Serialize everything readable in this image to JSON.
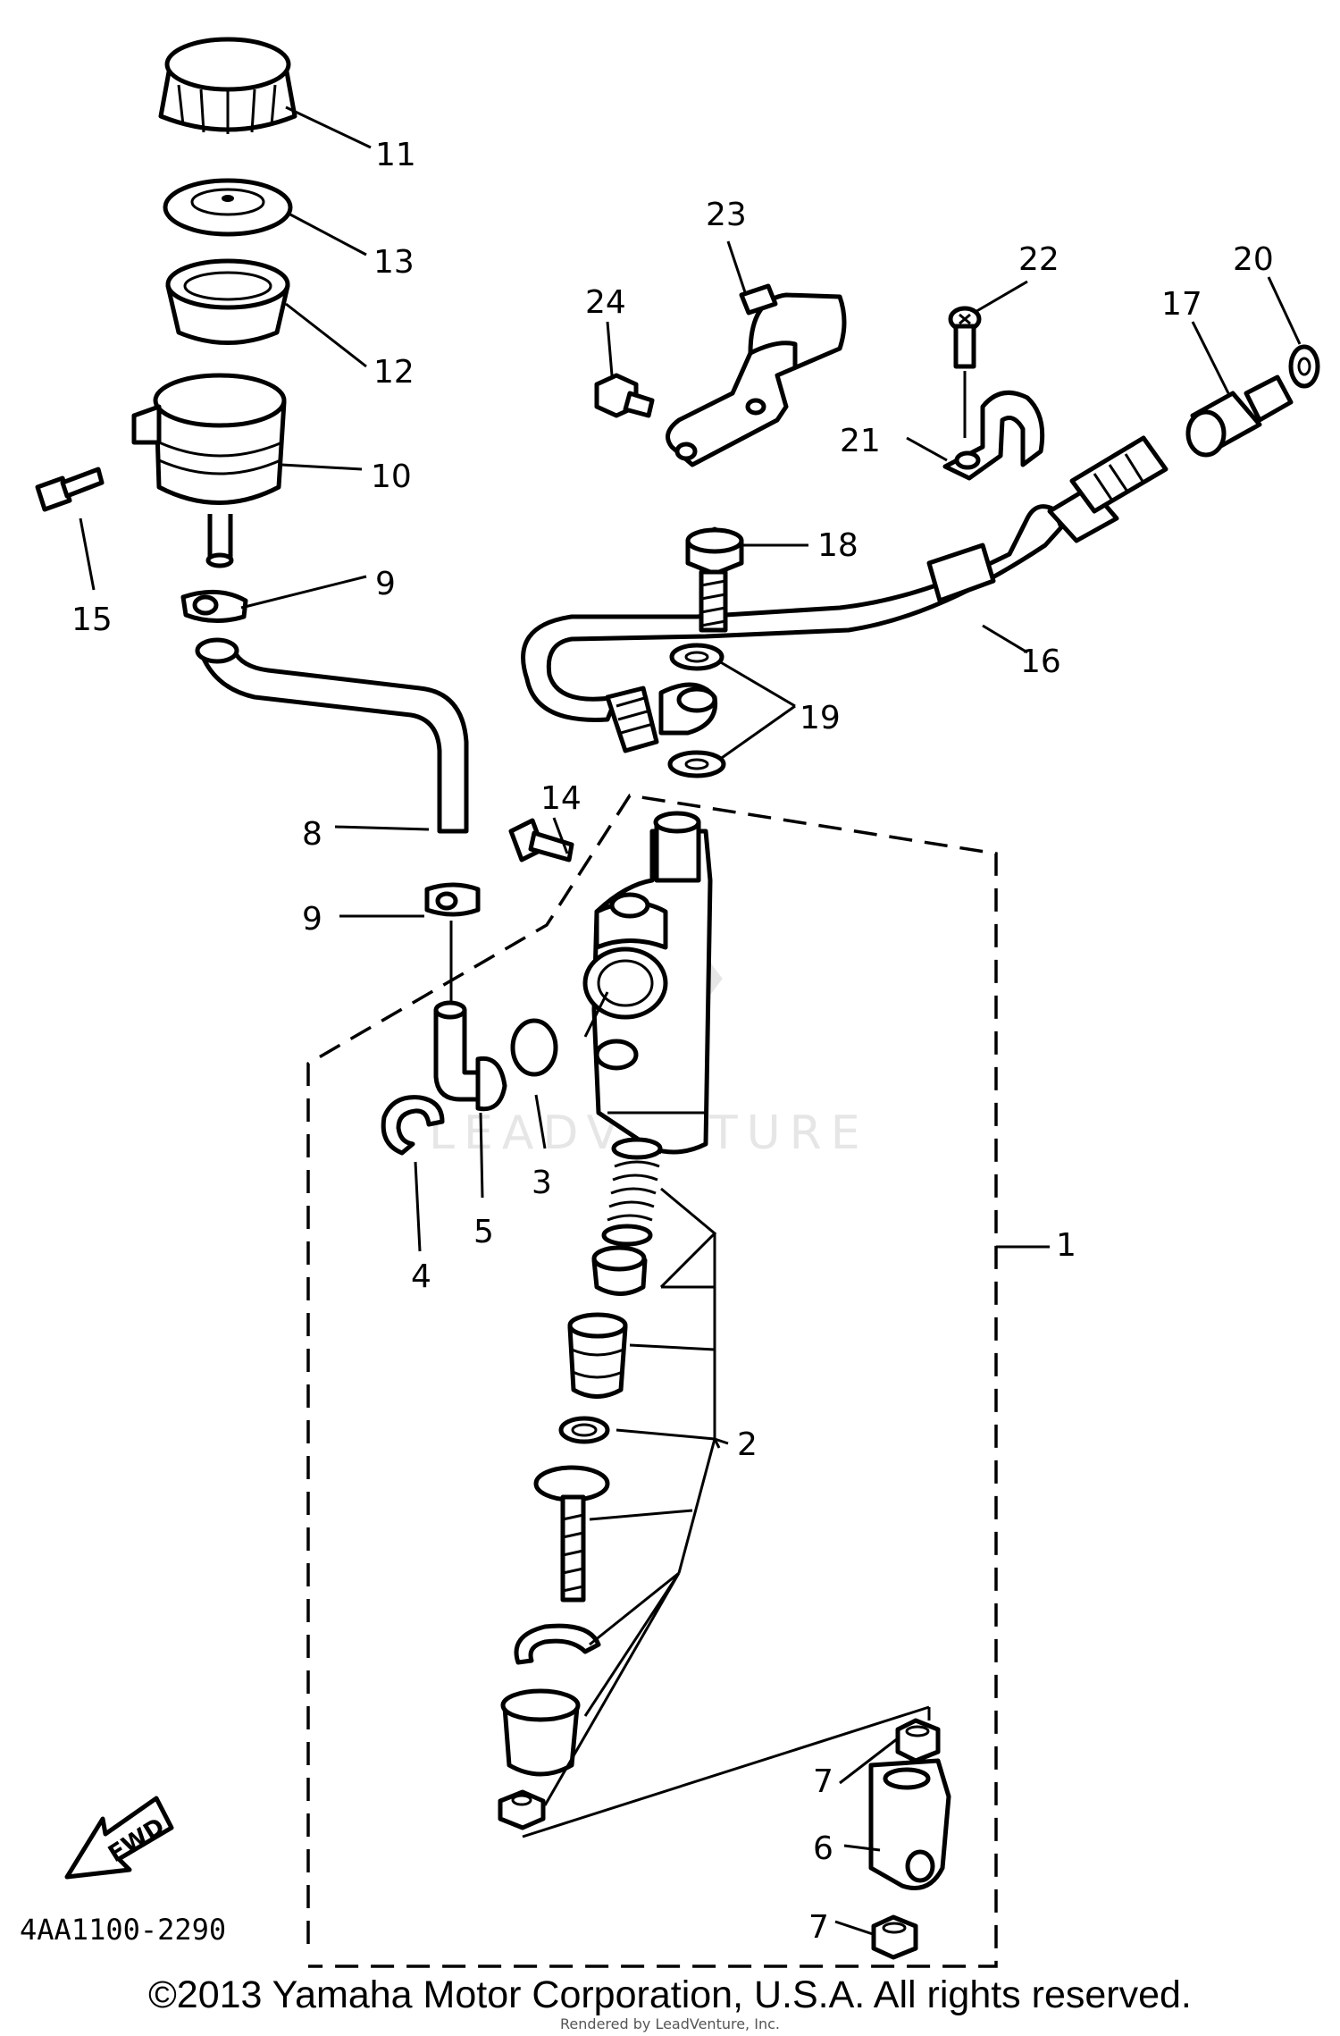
{
  "diagram": {
    "labels": [
      {
        "id": "1",
        "text": "1"
      },
      {
        "id": "2",
        "text": "2"
      },
      {
        "id": "3",
        "text": "3"
      },
      {
        "id": "4",
        "text": "4"
      },
      {
        "id": "5",
        "text": "5"
      },
      {
        "id": "6",
        "text": "6"
      },
      {
        "id": "7a",
        "text": "7"
      },
      {
        "id": "7b",
        "text": "7"
      },
      {
        "id": "8",
        "text": "8"
      },
      {
        "id": "9a",
        "text": "9"
      },
      {
        "id": "9b",
        "text": "9"
      },
      {
        "id": "10",
        "text": "10"
      },
      {
        "id": "11",
        "text": "11"
      },
      {
        "id": "12",
        "text": "12"
      },
      {
        "id": "13",
        "text": "13"
      },
      {
        "id": "14",
        "text": "14"
      },
      {
        "id": "15",
        "text": "15"
      },
      {
        "id": "16",
        "text": "16"
      },
      {
        "id": "17",
        "text": "17"
      },
      {
        "id": "18",
        "text": "18"
      },
      {
        "id": "19",
        "text": "19"
      },
      {
        "id": "20",
        "text": "20"
      },
      {
        "id": "21",
        "text": "21"
      },
      {
        "id": "22",
        "text": "22"
      },
      {
        "id": "23",
        "text": "23"
      },
      {
        "id": "24",
        "text": "24"
      }
    ],
    "fwd_label": "FWD",
    "drawing_code": "4AA1100-2290",
    "watermark": "LEADVENTURE"
  },
  "footer": {
    "copyright": "©2013 Yamaha Motor Corporation, U.S.A. All rights reserved.",
    "rendered_by": "Rendered by LeadVenture, Inc."
  }
}
